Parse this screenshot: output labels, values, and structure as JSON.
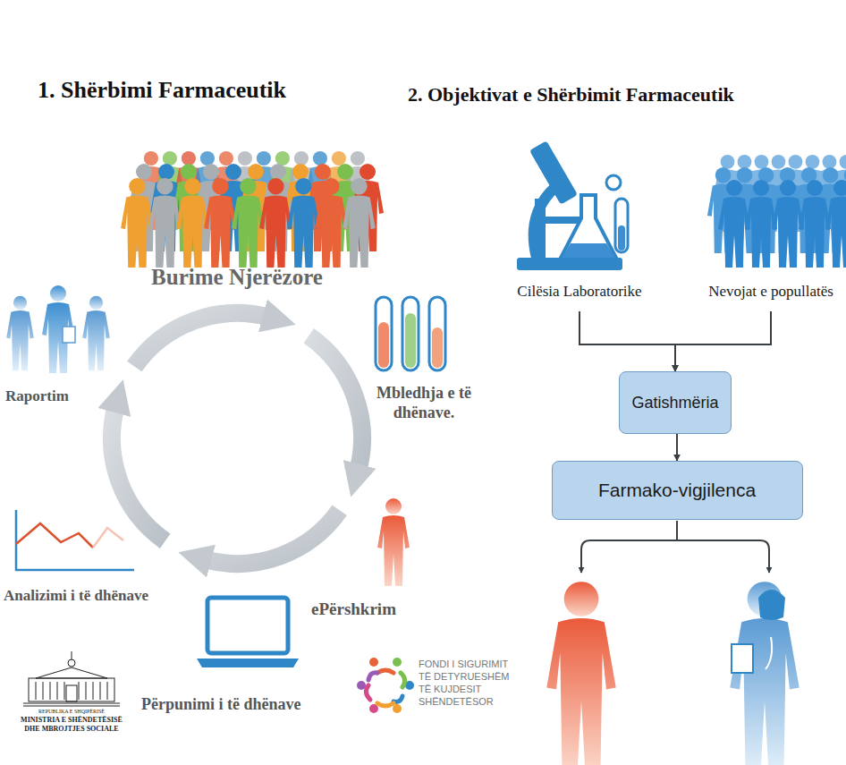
{
  "diagram": {
    "nodes": [
      {
        "text": [
          "Cilësia Laboratorike"
        ]
      },
      {
        "text": [
          "Nevojat e popullatës"
        ]
      },
      {
        "text": [
          "Gatishmëria"
        ]
      },
      {
        "text": [
          "Farmako-vigjilenca"
        ]
      }
    ],
    "edges": [
      {
        "from": 0,
        "to": 2,
        "arrow": "to"
      },
      {
        "from": 1,
        "to": 2,
        "arrow": "to"
      },
      {
        "from": 2,
        "to": 3,
        "arrow": "to"
      }
    ],
    "labels": [
      "1. Shërbimi Farmaceutik",
      "2. Objektivat e Shërbimit Farmaceutik",
      "Burime Njerëzore",
      "Mbledhja e të dhënave.",
      "ePërshkrim",
      "Përpunimi i të dhënave",
      "Analizimi i të dhënave",
      "Raportim",
      "REPUBLIKA E SHQIPËRISË",
      "MINISTRIA E SHËNDETËSISË DHE MBROJTJES SOCIALE",
      "FONDI I SIGURIMIT TË DETYRUESHËM TË KUJDESIT SHËNDETËSOR"
    ]
  }
}
